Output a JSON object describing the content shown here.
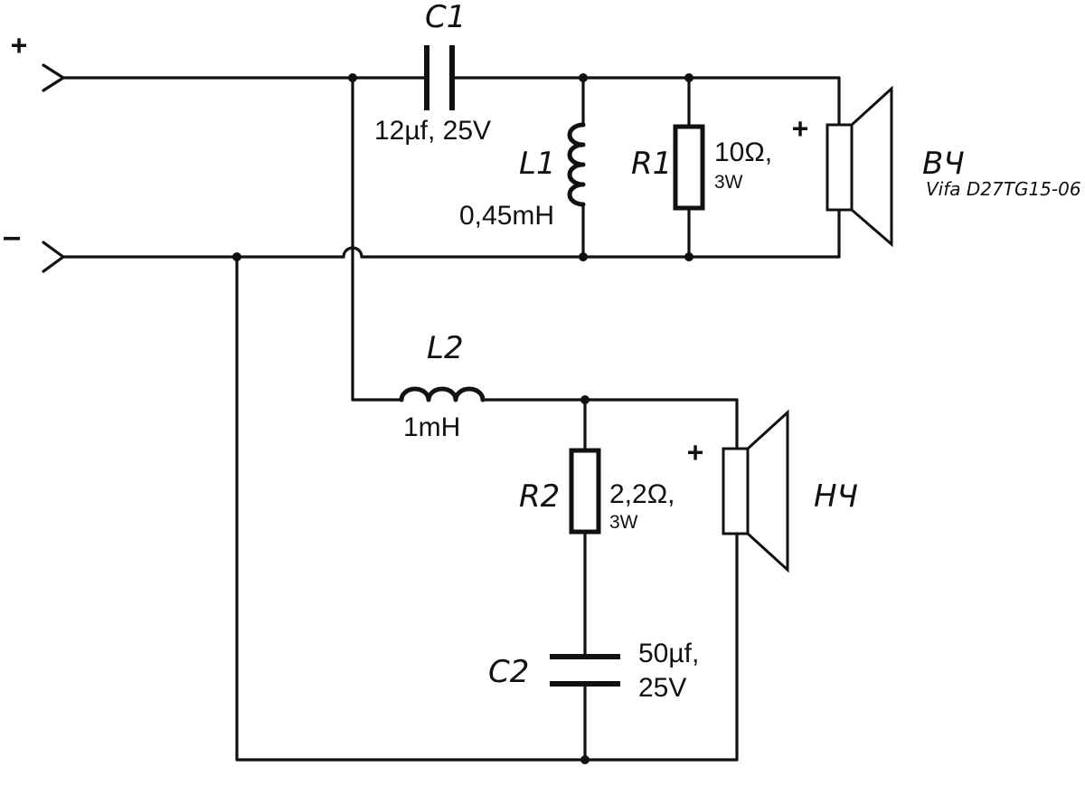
{
  "terminals": {
    "plus": "+",
    "minus": "–"
  },
  "c1": {
    "ref": "C1",
    "value": "12µf, 25V"
  },
  "l1": {
    "ref": "L1",
    "value": "0,45mH"
  },
  "r1": {
    "ref": "R1",
    "value": "10Ω,",
    "rating": "3W"
  },
  "tweeter": {
    "ref": "ВЧ",
    "model": "Vifa D27TG15-06",
    "polarity": "+"
  },
  "l2": {
    "ref": "L2",
    "value": "1mH"
  },
  "r2": {
    "ref": "R2",
    "value": "2,2Ω,",
    "rating": "3W"
  },
  "c2": {
    "ref": "C2",
    "value_line1": "50µf,",
    "value_line2": "25V"
  },
  "woofer": {
    "ref": "НЧ",
    "polarity": "+"
  },
  "colors": {
    "ink": "#111111",
    "background": "#ffffff"
  }
}
